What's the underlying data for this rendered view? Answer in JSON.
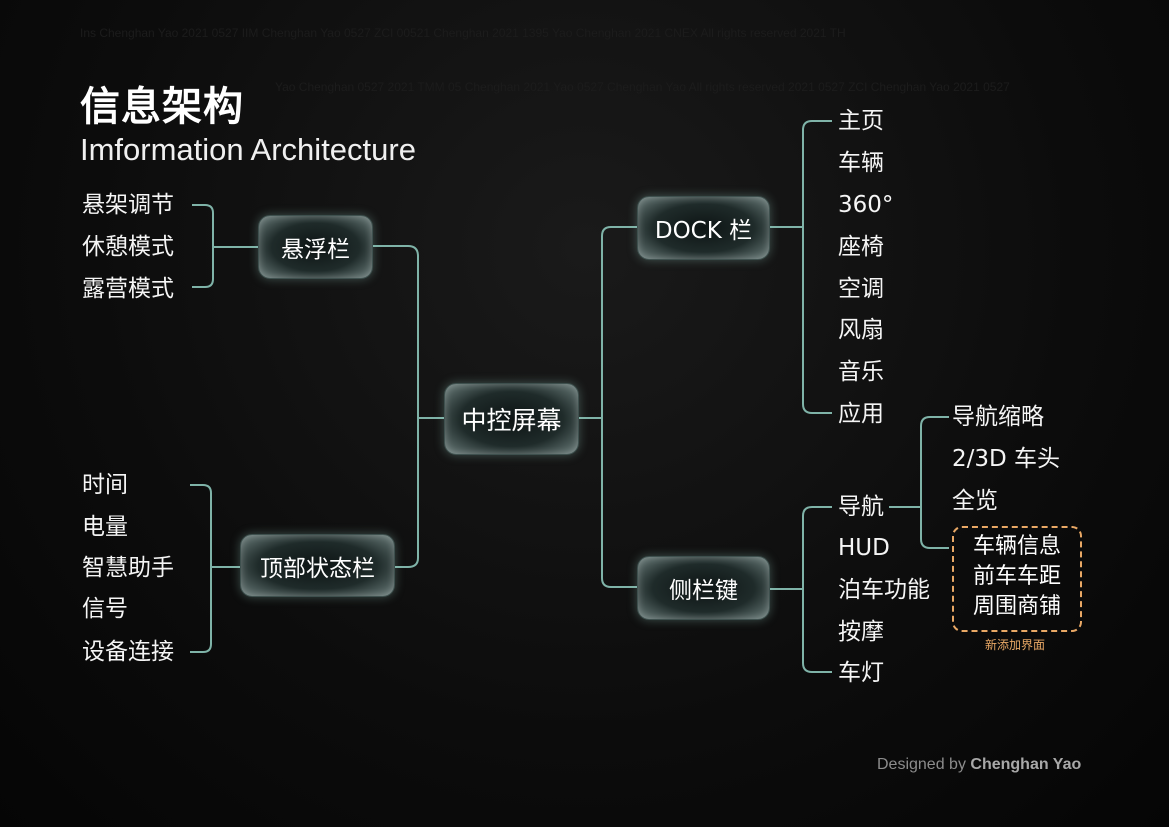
{
  "header": {
    "title_cn": "信息架构",
    "title_en": "Imformation Architecture",
    "faint_line_1": "Ins Chenghan Yao 2021 0527 IIM Chenghan Yao 0527 ZCI 00521 Chenghan 2021 1395 Yao Chenghan 2021 CNEX All rights reserved 2021 TH",
    "faint_line_2": "Yao Chenghan 0527 2021 TMM 05 Chenghan 2021 Yao 0527 Chenghan Yao All rights reserved 2021 0527 ZCI Chenghan Yao 2021 0527"
  },
  "diagram": {
    "root": "中控屏幕",
    "float_bar": {
      "label": "悬浮栏",
      "items": [
        "悬架调节",
        "休憩模式",
        "露营模式"
      ]
    },
    "status_bar": {
      "label": "顶部状态栏",
      "items": [
        "时间",
        "电量",
        "智慧助手",
        "信号",
        "设备连接"
      ]
    },
    "dock": {
      "label": "DOCK 栏",
      "items": [
        "主页",
        "车辆",
        "360°",
        "座椅",
        "空调",
        "风扇",
        "音乐",
        "应用"
      ]
    },
    "side_keys": {
      "label": "侧栏键",
      "items": [
        "导航",
        "HUD",
        "泊车功能",
        "按摩",
        "车灯"
      ],
      "nav_children": [
        "导航缩略",
        "2/3D 车头",
        "全览"
      ],
      "new_items": [
        "车辆信息",
        "前车车距",
        "周围商铺"
      ],
      "new_label": "新添加界面"
    }
  },
  "colors": {
    "connector": "#7fb3a8",
    "highlight": "#e9a865",
    "background": "#0c0c0c"
  },
  "footer": {
    "credit_prefix": "Designed by",
    "credit_name": "Chenghan Yao"
  }
}
